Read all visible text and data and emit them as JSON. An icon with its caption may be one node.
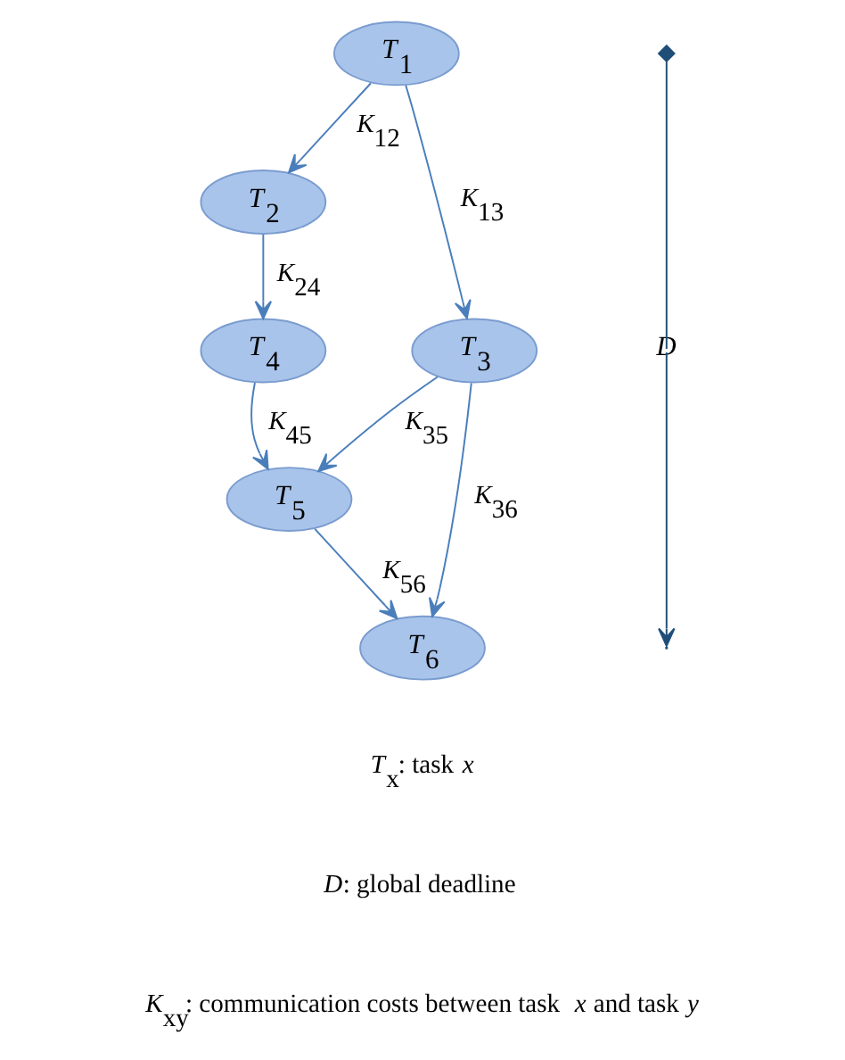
{
  "diagram": {
    "nodes": [
      {
        "text": [
          "*T*$_{1}$"
        ]
      },
      {
        "text": [
          "*T*$_{2}$"
        ]
      },
      {
        "text": [
          "*T*$_{3}$"
        ]
      },
      {
        "text": [
          "*T*$_{4}$"
        ]
      },
      {
        "text": [
          "*T*$_{5}$"
        ]
      },
      {
        "text": [
          "*T*$_{6}$"
        ]
      }
    ],
    "edges": [
      {
        "from": 0,
        "to": 1,
        "arrow": "to",
        "label": "*K*$_{12}$"
      },
      {
        "from": 0,
        "to": 2,
        "arrow": "to",
        "label": "*K*$_{13}$"
      },
      {
        "from": 1,
        "to": 3,
        "arrow": "to",
        "label": "*K*$_{24}$"
      },
      {
        "from": 2,
        "to": 4,
        "arrow": "to",
        "label": "*K*$_{35}$"
      },
      {
        "from": 3,
        "to": 4,
        "arrow": "to",
        "label": "*K*$_{45}$"
      },
      {
        "from": 2,
        "to": 5,
        "arrow": "to",
        "label": "*K*$_{36}$"
      },
      {
        "from": 4,
        "to": 5,
        "arrow": "to",
        "label": "*K*$_{56}$"
      }
    ],
    "labels": [
      "*D*",
      "*T*$_{x}$: task *x*",
      "*D*: global deadline",
      "*K*$_{xy}$: communication costs between task *x* and task *y*"
    ]
  }
}
